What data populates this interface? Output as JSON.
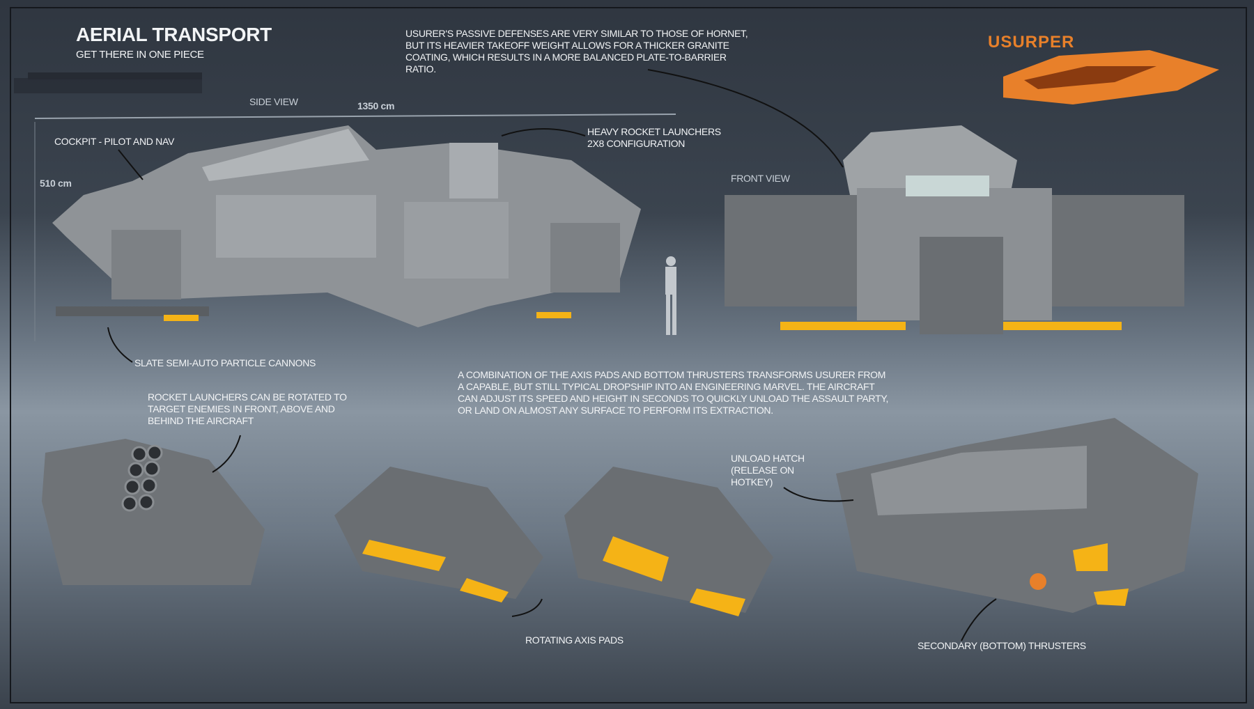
{
  "header": {
    "title": "Aerial Transport",
    "subtitle": "Get there in one piece"
  },
  "logo": {
    "name": "Usurper",
    "color": "#e8802a"
  },
  "intro_text": "Usurer's passive defenses are very similar to those of Hornet, but its heavier takeoff weight allows for a thicker granite coating, which results in a more balanced plate-to-barrier ratio.",
  "side_view": {
    "label": "Side view",
    "length": "1350 cm",
    "height": "510 cm"
  },
  "front_view": {
    "label": "Front view"
  },
  "callouts": {
    "cockpit": "Cockpit - pilot and nav",
    "rockets": [
      "Heavy rocket launchers",
      "2x8 configuration"
    ],
    "cannons": "Slate semi-auto particle cannons",
    "rotation": "Rocket launchers can be rotated to target enemies in front, above and behind the aircraft",
    "combination": "A combination of the axis pads and bottom thrusters transforms Usurer from a capable, but still typical dropship into an engineering marvel. The aircraft can adjust its speed and height in seconds to quickly unload the assault party, or land on almost any surface to perform its extraction.",
    "hatch": "Unload hatch (release on hotkey)",
    "axis_pads": "Rotating axis pads",
    "thrusters": "Secondary (bottom) thrusters"
  },
  "colors": {
    "accent": "#f5b316",
    "hull": "#8b8f93"
  }
}
